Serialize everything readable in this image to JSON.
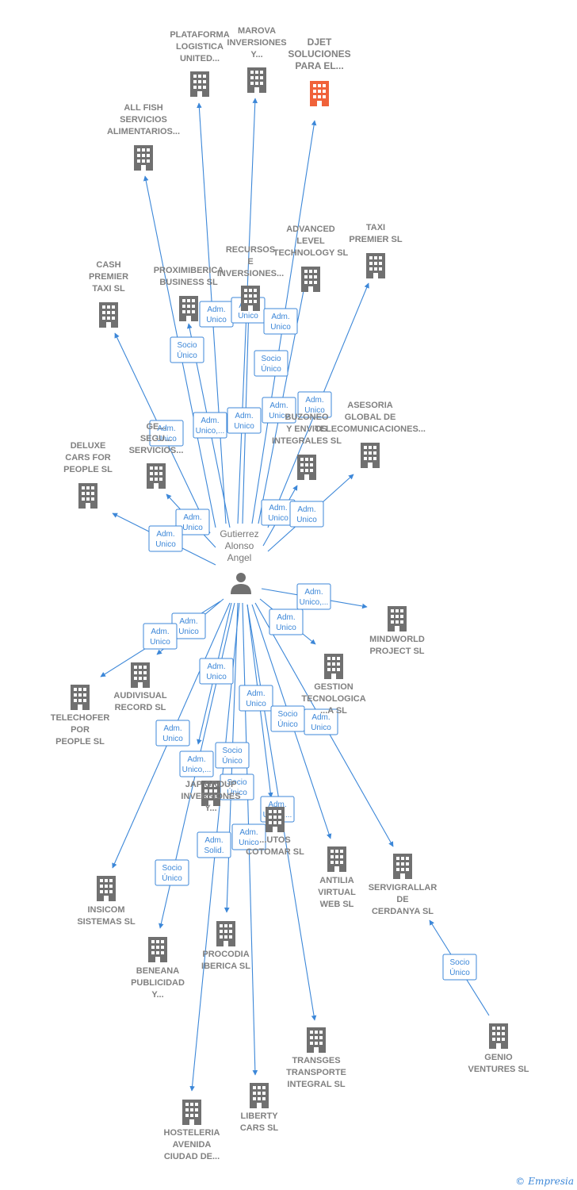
{
  "colors": {
    "edge": "#3c87d8",
    "node": "#707070",
    "highlight": "#f0623a",
    "label": "#808080"
  },
  "person": {
    "label": [
      "Gutierrez",
      "Alonso",
      "Angel"
    ],
    "icon": "person-icon"
  },
  "nodes": [
    {
      "id": "plataforma",
      "label": [
        "PLATAFORMA",
        "LOGISTICA",
        "UNITED..."
      ]
    },
    {
      "id": "marova",
      "label": [
        "MAROVA",
        "INVERSIONES",
        "Y..."
      ]
    },
    {
      "id": "djet",
      "label": [
        "DJET",
        "SOLUCIONES",
        "PARA EL..."
      ],
      "highlight": true
    },
    {
      "id": "allfish",
      "label": [
        "ALL FISH",
        "SERVICIOS",
        "ALIMENTARIOS..."
      ]
    },
    {
      "id": "taxipremier",
      "label": [
        "TAXI",
        "PREMIER  SL"
      ]
    },
    {
      "id": "advanced",
      "label": [
        "ADVANCED",
        "LEVEL",
        "TECHNOLOGY SL"
      ]
    },
    {
      "id": "recursos",
      "label": [
        "RECURSOS",
        "E",
        "INVERSIONES..."
      ]
    },
    {
      "id": "proximiberica",
      "label": [
        "PROXIMIBERICA",
        "BUSINESS  SL"
      ]
    },
    {
      "id": "cashpremier",
      "label": [
        "CASH",
        "PREMIER",
        "TAXI  SL"
      ]
    },
    {
      "id": "buzoneo",
      "label": [
        "BUZONEO",
        "Y ENVIOS",
        "INTEGRALES SL"
      ]
    },
    {
      "id": "asesoria",
      "label": [
        "ASESORIA",
        "GLOBAL DE",
        "TELECOMUNICACIONES..."
      ]
    },
    {
      "id": "gestseg",
      "label": [
        "GE...",
        "SEGU...",
        "SERVICIOS..."
      ]
    },
    {
      "id": "deluxe",
      "label": [
        "DELUXE",
        "CARS FOR",
        "PEOPLE  SL"
      ]
    },
    {
      "id": "mindworld",
      "label": [
        "MINDWORLD",
        "PROJECT  SL"
      ]
    },
    {
      "id": "gestion",
      "label": [
        "GESTION",
        "TECNOLOGICA",
        "...A SL"
      ]
    },
    {
      "id": "audiovisual",
      "label": [
        "AUDIVISUAL",
        "RECORD SL"
      ]
    },
    {
      "id": "telechofer",
      "label": [
        "TELECHOFER",
        "POR",
        "PEOPLE  SL"
      ]
    },
    {
      "id": "jap",
      "label": [
        "JAP GROUP",
        "INVERSIONES",
        "Y..."
      ]
    },
    {
      "id": "cotomar",
      "label": [
        "...UTOS",
        "COTOMAR  SL"
      ]
    },
    {
      "id": "antilia",
      "label": [
        "ANTILIA",
        "VIRTUAL",
        "WEB  SL"
      ]
    },
    {
      "id": "servigrallar",
      "label": [
        "SERVIGRALLAR",
        "DE",
        "CERDANYA SL"
      ]
    },
    {
      "id": "insicom",
      "label": [
        "INSICOM",
        "SISTEMAS  SL"
      ]
    },
    {
      "id": "beneana",
      "label": [
        "BENEANA",
        "PUBLICIDAD",
        "Y..."
      ]
    },
    {
      "id": "procodia",
      "label": [
        "PROCODIA",
        "IBERICA  SL"
      ]
    },
    {
      "id": "transges",
      "label": [
        "TRANSGES",
        "TRANSPORTE",
        "INTEGRAL  SL"
      ]
    },
    {
      "id": "genio",
      "label": [
        "GENIO",
        "VENTURES  SL"
      ]
    },
    {
      "id": "hosteleria",
      "label": [
        "HOSTELERIA",
        "AVENIDA",
        "CIUDAD DE..."
      ]
    },
    {
      "id": "liberty",
      "label": [
        "LIBERTY",
        "CARS  SL"
      ]
    }
  ],
  "edge_labels": [
    {
      "id": "e-plataforma",
      "lines": [
        "Adm.",
        "Unico"
      ]
    },
    {
      "id": "e-marova",
      "lines": [
        "Adm.",
        "Unico"
      ]
    },
    {
      "id": "e-djet",
      "lines": [
        "Adm.",
        "Unico"
      ]
    },
    {
      "id": "e-proxim",
      "lines": [
        "Socio",
        "Único"
      ]
    },
    {
      "id": "e-advanced",
      "lines": [
        "Socio",
        "Único"
      ]
    },
    {
      "id": "e-gestseg",
      "lines": [
        "Adm.",
        "Unico"
      ]
    },
    {
      "id": "e-allfish",
      "lines": [
        "Adm.",
        "Unico,..."
      ]
    },
    {
      "id": "e-recursos",
      "lines": [
        "Adm.",
        "Unico"
      ]
    },
    {
      "id": "e-cash",
      "lines": [
        "Adm.",
        "Unico"
      ]
    },
    {
      "id": "e-taxi",
      "lines": [
        "Adm.",
        "Unico"
      ]
    },
    {
      "id": "e-deluxe2",
      "lines": [
        "Adm.",
        "Unico"
      ]
    },
    {
      "id": "e-deluxe",
      "lines": [
        "Adm.",
        "Unico"
      ]
    },
    {
      "id": "e-buzoneo",
      "lines": [
        "Adm.",
        "Unico"
      ]
    },
    {
      "id": "e-asesoria",
      "lines": [
        "Adm.",
        "Unico"
      ]
    },
    {
      "id": "e-mindworld",
      "lines": [
        "Adm.",
        "Unico,..."
      ]
    },
    {
      "id": "e-gestion",
      "lines": [
        "Adm.",
        "Unico"
      ]
    },
    {
      "id": "e-audio",
      "lines": [
        "Adm.",
        "Unico"
      ]
    },
    {
      "id": "e-telechofer",
      "lines": [
        "Adm.",
        "Unico"
      ]
    },
    {
      "id": "e-insicom",
      "lines": [
        "Adm.",
        "Unico"
      ]
    },
    {
      "id": "e-antilia",
      "lines": [
        "Adm.",
        "Unico"
      ]
    },
    {
      "id": "e-servigrallar",
      "lines": [
        "Socio",
        "Único"
      ]
    },
    {
      "id": "e-servi2",
      "lines": [
        "Adm.",
        "Unico"
      ]
    },
    {
      "id": "e-beneana",
      "lines": [
        "Adm.",
        "Unico"
      ]
    },
    {
      "id": "e-jap",
      "lines": [
        "Adm.",
        "Unico,..."
      ]
    },
    {
      "id": "e-procodia",
      "lines": [
        "Socio",
        "Único"
      ]
    },
    {
      "id": "e-procodia2",
      "lines": [
        "Socio",
        "Único"
      ]
    },
    {
      "id": "e-cotomar",
      "lines": [
        "Adm.",
        "Unico,..."
      ]
    },
    {
      "id": "e-hosteleria",
      "lines": [
        "Adm.",
        "Solid."
      ]
    },
    {
      "id": "e-liberty",
      "lines": [
        "Adm.",
        "Unico"
      ]
    },
    {
      "id": "e-beneana2",
      "lines": [
        "Socio",
        "Único"
      ]
    },
    {
      "id": "e-genio",
      "lines": [
        "Socio",
        "Único"
      ]
    }
  ],
  "watermark": {
    "symbol": "©",
    "brand": "Empresia"
  }
}
